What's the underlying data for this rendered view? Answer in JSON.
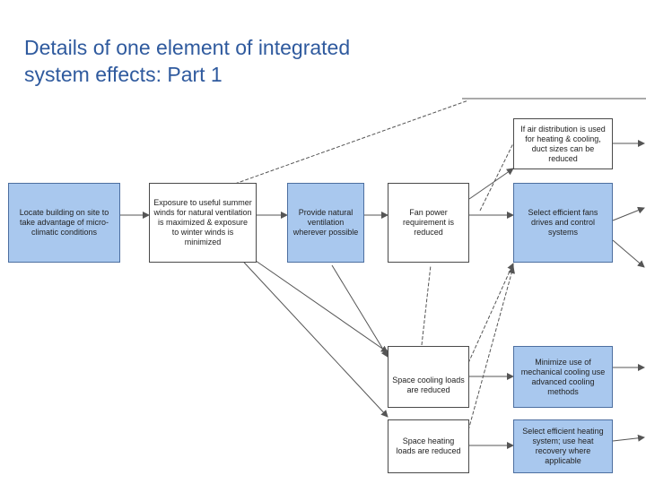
{
  "title": {
    "line1": "Details of one element of integrated",
    "line2": "system effects:  Part 1"
  },
  "nodes": {
    "locate_building": "Locate building on site to take advantage of micro-climatic conditions",
    "exposure_winds": "Exposure to useful summer winds for natural ventilation is maximized & exposure to winter winds is minimized",
    "natural_ventilation": "Provide natural ventilation wherever possible",
    "fan_power": "Fan power requirement is reduced",
    "air_distribution": "If air distribution is used for heating & cooling, duct sizes can be reduced",
    "efficient_fans": "Select efficient fans drives and control systems",
    "cooling_loads": "Space cooling loads are reduced",
    "mechanical_cooling": "Minimize use of mechanical cooling use advanced cooling methods",
    "heating_loads": "Space heating loads are reduced",
    "efficient_heating": "Select efficient heating system; use heat recovery where applicable"
  },
  "colors": {
    "blue_fill": "#a9c8ee",
    "blue_border": "#4d6fa0",
    "title": "#2f5a9e",
    "line": "#555555"
  }
}
